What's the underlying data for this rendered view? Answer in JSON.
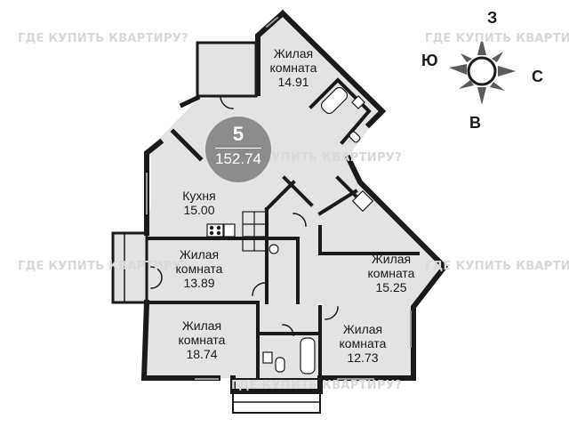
{
  "watermark": {
    "text": "ГДЕ КУПИТЬ КВАРТИРУ?"
  },
  "apartment": {
    "rooms": "5",
    "total_area": "152.74"
  },
  "rooms": [
    {
      "id": "living-1",
      "name_line1": "Жилая",
      "name_line2": "комната",
      "area": "14.91"
    },
    {
      "id": "kitchen",
      "name_line1": "Кухня",
      "name_line2": "",
      "area": "15.00"
    },
    {
      "id": "living-2",
      "name_line1": "Жилая",
      "name_line2": "комната",
      "area": "13.89"
    },
    {
      "id": "living-3",
      "name_line1": "Жилая",
      "name_line2": "комната",
      "area": "15.25"
    },
    {
      "id": "living-4",
      "name_line1": "Жилая",
      "name_line2": "комната",
      "area": "18.74"
    },
    {
      "id": "living-5",
      "name_line1": "Жилая",
      "name_line2": "комната",
      "area": "12.73"
    }
  ],
  "compass": {
    "north": "З",
    "west": "Ю",
    "east": "С",
    "south": "В"
  },
  "colors": {
    "wall": "#1a1a1a",
    "floor": "#e3e3e3",
    "badge": "#8c8c8c",
    "watermark": "#d9d9d9"
  }
}
